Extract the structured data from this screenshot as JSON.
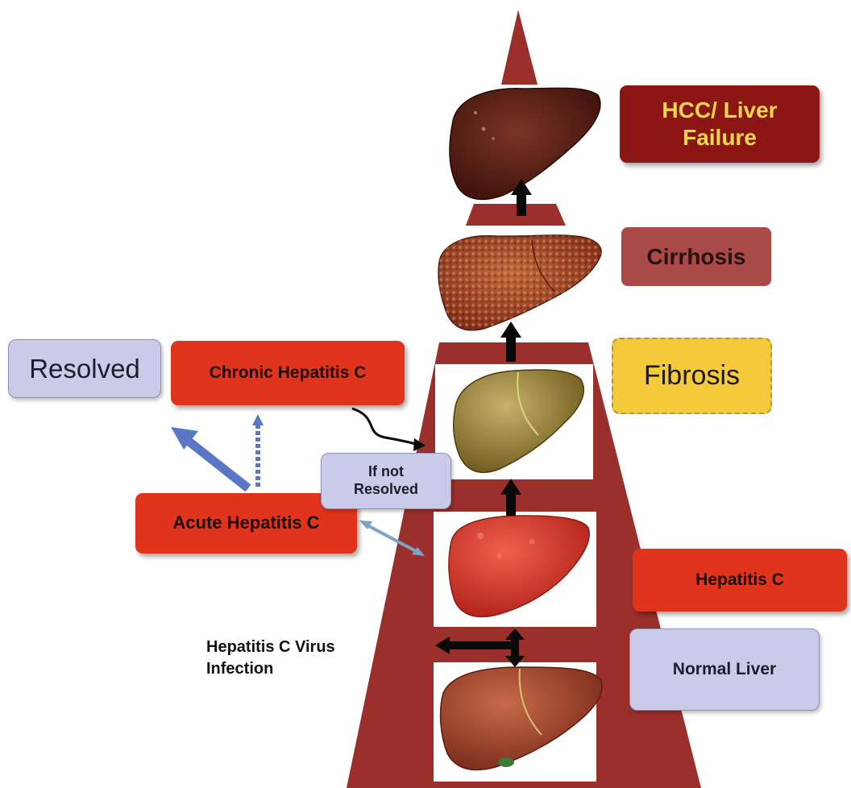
{
  "stages": {
    "hcc": "HCC/ Liver Failure",
    "cirrhosis": "Cirrhosis",
    "fibrosis": "Fibrosis",
    "hepatitis_c": "Hepatitis C",
    "normal_liver": "Normal Liver"
  },
  "branches": {
    "resolved": "Resolved",
    "chronic": "Chronic Hepatitis C",
    "acute": "Acute Hepatitis C",
    "if_not_resolved": "If not Resolved"
  },
  "infection_label": "Hepatitis C Virus Infection",
  "colors": {
    "pyramid": "#9b2f2c",
    "hcc_box": "#8b1614",
    "hcc_text": "#f2d84a",
    "cirrhosis_box": "#a94a48",
    "fibrosis_box": "#f4c93a",
    "red_box": "#e1341c",
    "lavender_box": "#c9cbe8",
    "blue_arrow": "#5b76c4"
  }
}
